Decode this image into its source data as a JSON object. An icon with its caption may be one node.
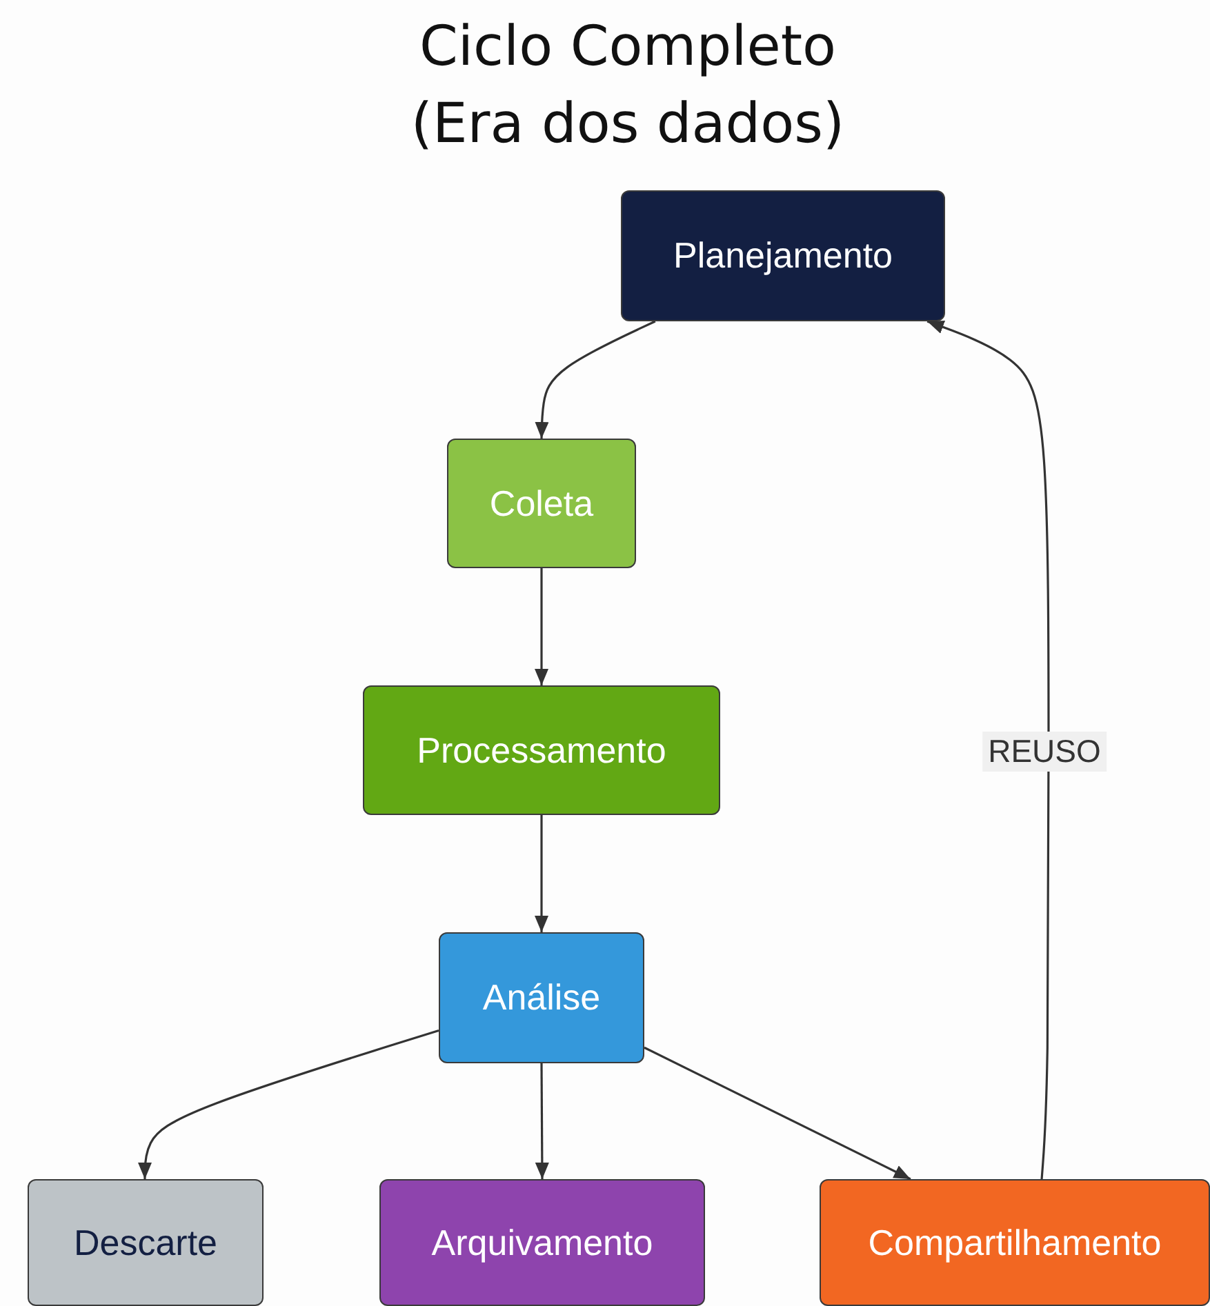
{
  "diagram": {
    "title": "Ciclo Completo (Era dos dados)",
    "nodes": [
      {
        "text": [
          "Planejamento"
        ]
      },
      {
        "text": [
          "Coleta"
        ]
      },
      {
        "text": [
          "Processamento"
        ]
      },
      {
        "text": [
          "Análise"
        ]
      },
      {
        "text": [
          "Descarte"
        ]
      },
      {
        "text": [
          "Arquivamento"
        ]
      },
      {
        "text": [
          "Compartilhamento"
        ]
      }
    ],
    "edges": [
      {
        "from": 0,
        "to": 1,
        "arrow": "to"
      },
      {
        "from": 1,
        "to": 2,
        "arrow": "to"
      },
      {
        "from": 2,
        "to": 3,
        "arrow": "to"
      },
      {
        "from": 3,
        "to": 4,
        "arrow": "to"
      },
      {
        "from": 3,
        "to": 5,
        "arrow": "to"
      },
      {
        "from": 3,
        "to": 6,
        "arrow": "to"
      },
      {
        "from": 6,
        "to": 0,
        "arrow": "to",
        "label": "REUSO"
      }
    ]
  }
}
